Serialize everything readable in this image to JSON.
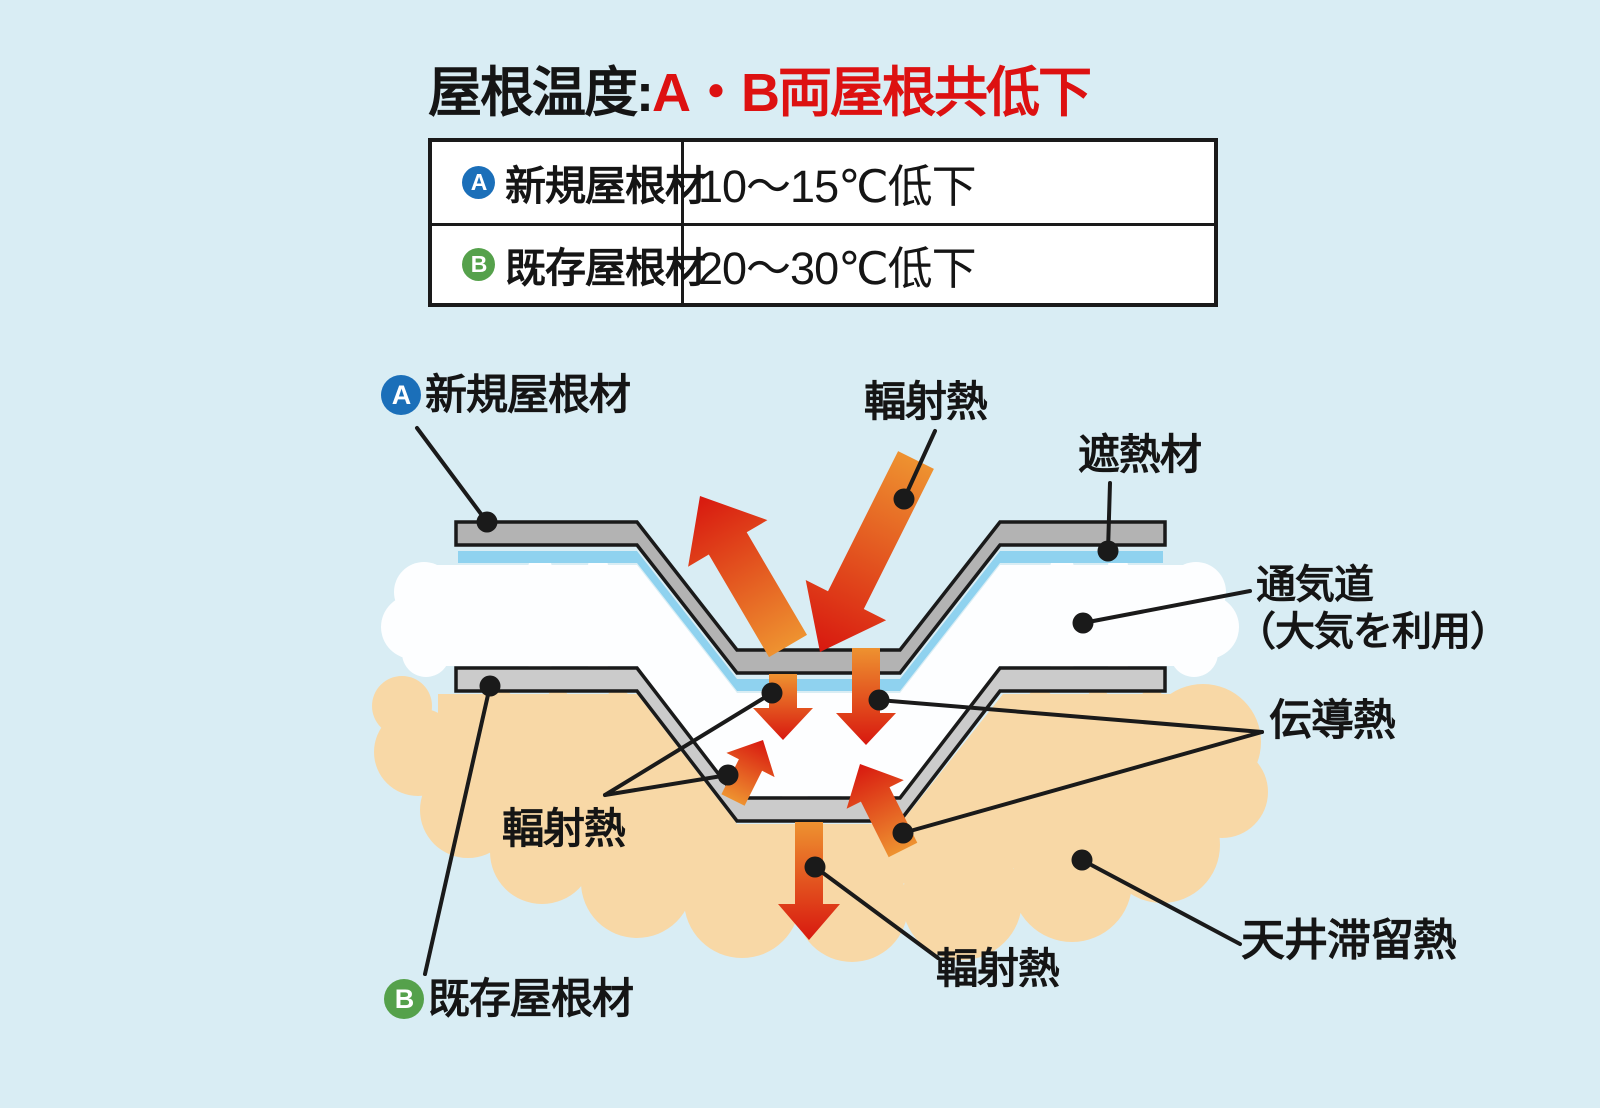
{
  "title": {
    "prefix": "屋根温度:",
    "highlight": "A・B両屋根共低下"
  },
  "table": {
    "rows": [
      {
        "badge": "A",
        "material": "新規屋根材",
        "reduction": "10～15℃低下"
      },
      {
        "badge": "B",
        "material": "既存屋根材",
        "reduction": "20～30℃低下"
      }
    ]
  },
  "diagram": {
    "labels": {
      "new_roof": {
        "badge": "A",
        "text": "新規屋根材"
      },
      "radiant_incoming": "輻射熱",
      "heat_shield": "遮熱材",
      "vent_path": {
        "line1": "通気道",
        "line2": "（大気を利用）"
      },
      "conduction": "伝導熱",
      "radiant_gap": "輻射熱",
      "radiant_down": "輻射熱",
      "ceiling_heat": "天井滞留熱",
      "existing_roof": {
        "badge": "B",
        "text": "既存屋根材"
      }
    }
  },
  "colors": {
    "background": "#d9edf4",
    "title_red": "#dd1111",
    "badge_a_blue": "#1b6fb9",
    "badge_b_green": "#55a14b",
    "roof_top_gray": "#b3b3b3",
    "roof_existing_gray": "#cbcbcb",
    "shield_blue": "#8fd2ef",
    "vent_cloud_white": "#fdfeff",
    "ceiling_cloud_peach": "#f8d8a6",
    "arrow_orange": "#ee9230",
    "arrow_red": "#d8180f",
    "line_black": "#1a1a1a"
  }
}
